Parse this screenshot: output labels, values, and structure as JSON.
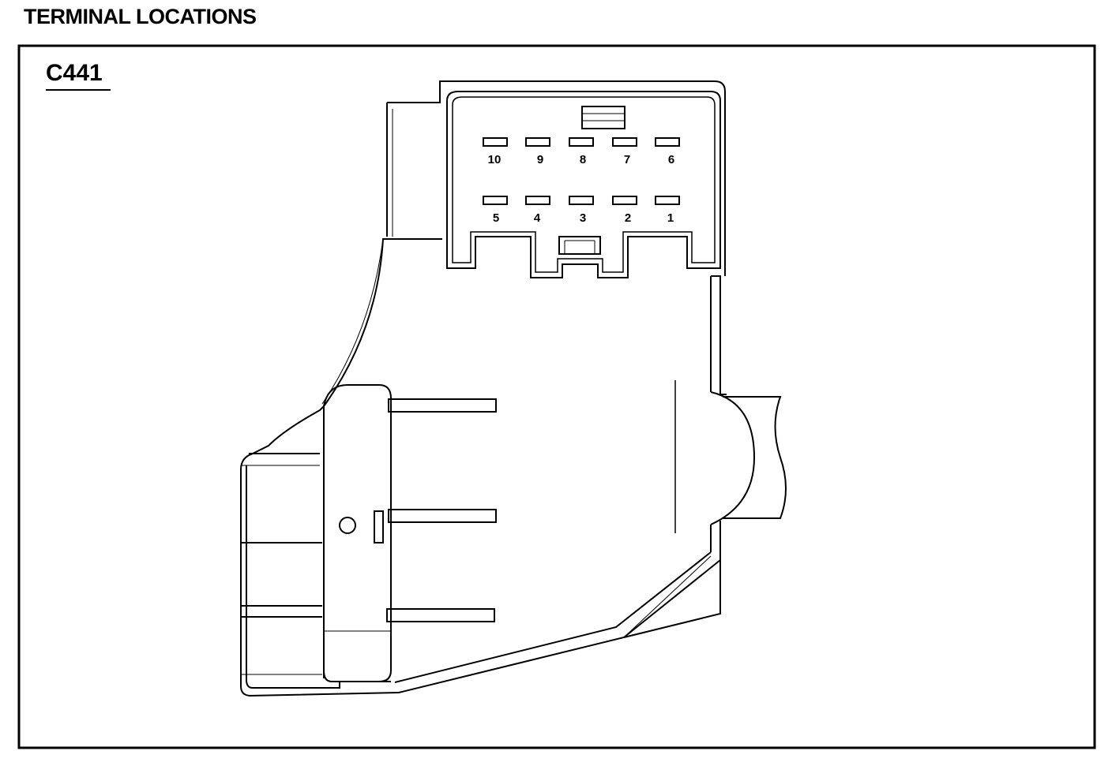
{
  "heading": "TERMINAL LOCATIONS",
  "connector": {
    "id": "C441",
    "pins_top_row": [
      "10",
      "9",
      "8",
      "7",
      "6"
    ],
    "pins_bottom_row": [
      "5",
      "4",
      "3",
      "2",
      "1"
    ]
  },
  "colors": {
    "ink": "#000000",
    "paper": "#ffffff"
  }
}
